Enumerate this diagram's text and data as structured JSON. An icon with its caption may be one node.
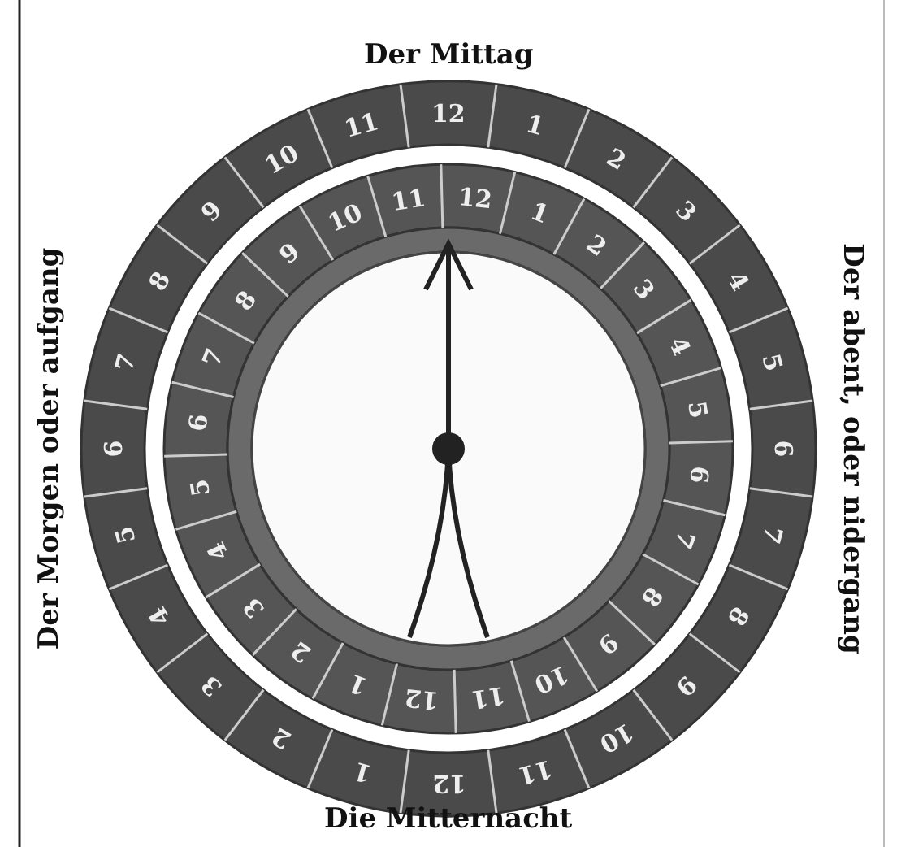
{
  "diagram": {
    "labels": [
      "Der Mittag",
      "Der Morgen oder aufgang",
      "Der abent, oder nidergang",
      "Die Mitternacht",
      "12",
      "1",
      "2",
      "3",
      "4",
      "5",
      "6",
      "7",
      "8",
      "9",
      "10",
      "11",
      "12",
      "1",
      "2",
      "3",
      "4",
      "5",
      "6",
      "7",
      "8",
      "9",
      "10",
      "11",
      "12",
      "1",
      "2",
      "3",
      "4",
      "5",
      "6",
      "7",
      "8",
      "9",
      "10",
      "11",
      "12",
      "1",
      "2",
      "3",
      "4",
      "5",
      "6",
      "7",
      "8",
      "9",
      "10",
      "11"
    ]
  }
}
